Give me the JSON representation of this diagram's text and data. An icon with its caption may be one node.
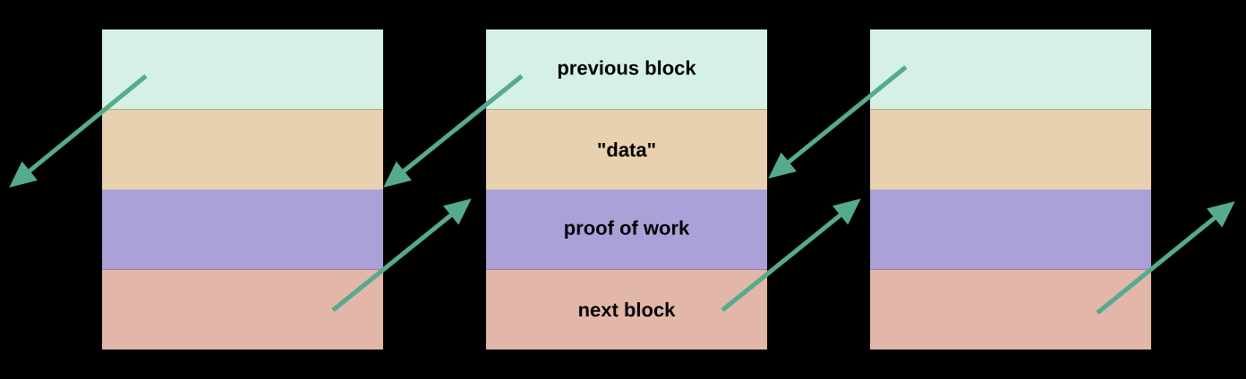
{
  "diagram": {
    "nodes": [
      {
        "text": [],
        "shape": "box"
      },
      {
        "text": [],
        "shape": "box"
      },
      {
        "text": [],
        "shape": "box"
      },
      {
        "text": [],
        "shape": "box"
      },
      {
        "text": [
          "previous block"
        ]
      },
      {
        "text": [
          "\"data\""
        ]
      },
      {
        "text": [
          "proof of work"
        ]
      },
      {
        "text": [
          "next block"
        ]
      },
      {
        "text": [],
        "shape": "box"
      },
      {
        "text": [],
        "shape": "box"
      },
      {
        "text": [],
        "shape": "box"
      },
      {
        "text": [],
        "shape": "box"
      }
    ],
    "edges": [
      {
        "from": 0,
        "to": null,
        "arrow": "to"
      },
      {
        "from": 4,
        "to": 1,
        "arrow": "to"
      },
      {
        "from": 3,
        "to": 6,
        "arrow": "to"
      },
      {
        "from": 8,
        "to": 5,
        "arrow": "to"
      },
      {
        "from": 7,
        "to": 10,
        "arrow": "to"
      },
      {
        "from": 11,
        "to": null,
        "arrow": "to"
      }
    ]
  }
}
